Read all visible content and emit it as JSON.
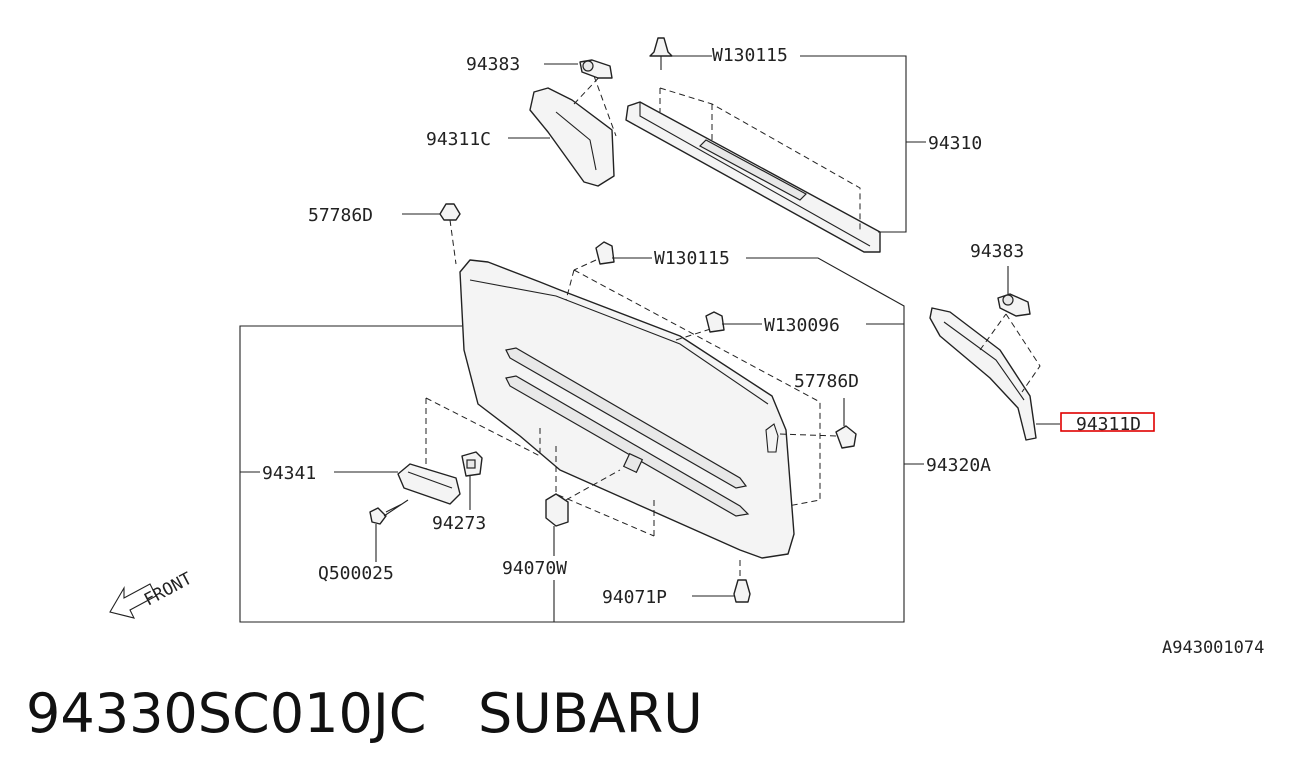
{
  "labels": {
    "p94383_top": "94383",
    "p94311C": "94311C",
    "pW130115_top": "W130115",
    "p94310": "94310",
    "p57786D_left": "57786D",
    "pW130115_mid": "W130115",
    "p94383_right": "94383",
    "pW130096": "W130096",
    "p57786D_right": "57786D",
    "p94311D": "94311D",
    "p94341": "94341",
    "p94320A": "94320A",
    "p94273": "94273",
    "pQ500025": "Q500025",
    "p94070W": "94070W",
    "p94071P": "94071P",
    "front": "FRONT",
    "diagram_code": "A943001074"
  },
  "highlight_color": "#e00000",
  "footer": {
    "part_number": "94330SC010JC",
    "brand": "SUBARU"
  }
}
